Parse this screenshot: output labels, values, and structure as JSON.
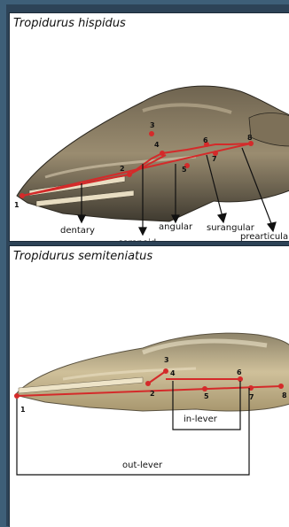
{
  "panels": [
    {
      "species": "Tropidurus hispidus",
      "landmarks": [
        "1",
        "2",
        "3",
        "4",
        "5",
        "6",
        "7",
        "8"
      ],
      "bones": [
        "dentary",
        "coronoid",
        "angular",
        "surangular",
        "prearticular"
      ]
    },
    {
      "species": "Tropidurus semiteniatus",
      "landmarks": [
        "1",
        "2",
        "3",
        "4",
        "5",
        "6",
        "7",
        "8"
      ],
      "lever_labels": {
        "in_lever": "in-lever",
        "out_lever": "out-lever"
      }
    }
  ],
  "colors": {
    "landmark_line": "#d42a2a",
    "lever_line": "#111111",
    "skull_top": "#8b7d63",
    "skull_bottom": "#cdbd96"
  }
}
